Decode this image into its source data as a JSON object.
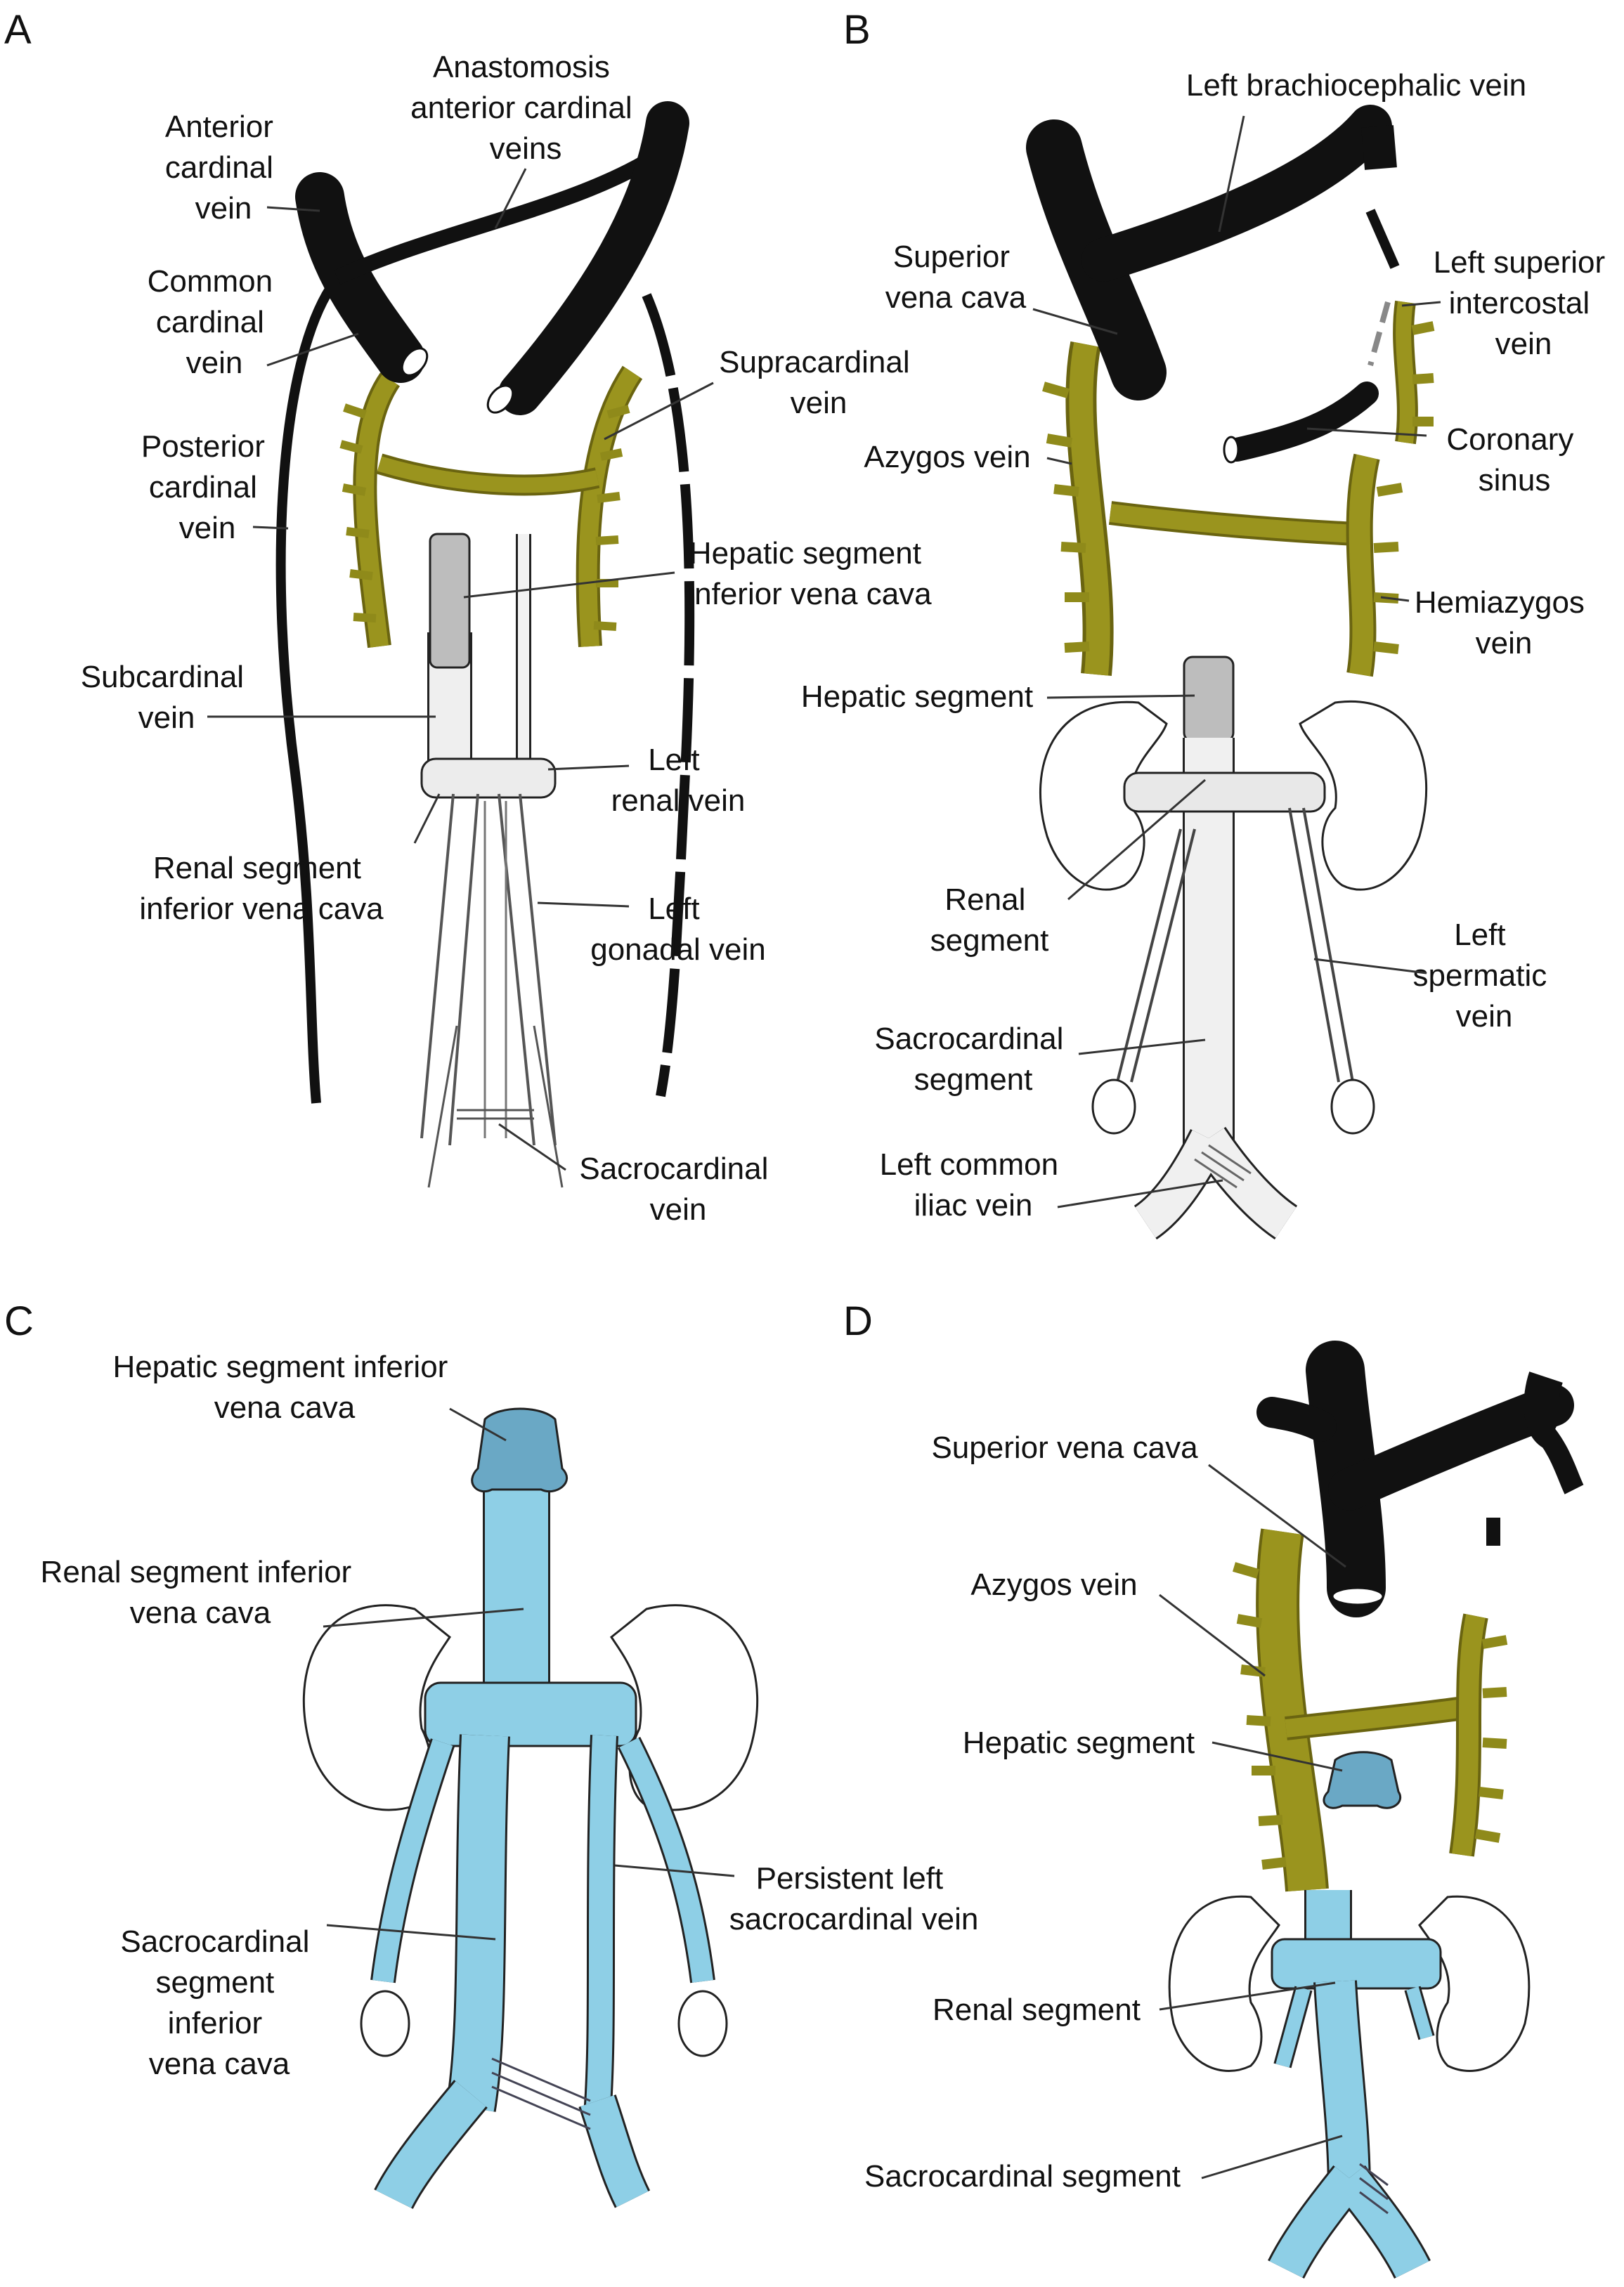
{
  "colors": {
    "anterior_black": "#111111",
    "supracardinal_olive": "#8f8a1a",
    "subcardinal_light": "#e8e8e8",
    "hepatic_gray": "#bdbdbd",
    "blue": "#8ecfe6",
    "outline": "#222222"
  },
  "panels": {
    "A": {
      "letter": "A",
      "labels": {
        "anastomosis": [
          "Anastomosis",
          "anterior cardinal",
          "veins"
        ],
        "anterior_cardinal": [
          "Anterior",
          "cardinal",
          "vein"
        ],
        "common_cardinal": [
          "Common",
          "cardinal",
          "vein"
        ],
        "supracardinal": [
          "Supracardinal",
          "vein"
        ],
        "posterior_cardinal": [
          "Posterior",
          "cardinal",
          "vein"
        ],
        "hepatic_segment": [
          "Hepatic segment",
          "inferior vena cava"
        ],
        "subcardinal": [
          "Subcardinal",
          "vein"
        ],
        "left_renal": [
          "Left",
          "renal vein"
        ],
        "renal_segment": [
          "Renal segment",
          "inferior vena cava"
        ],
        "left_gonadal": [
          "Left",
          "gonadal vein"
        ],
        "sacrocardinal": [
          "Sacrocardinal",
          "vein"
        ]
      }
    },
    "B": {
      "letter": "B",
      "labels": {
        "left_brachiocephalic": [
          "Left brachiocephalic vein"
        ],
        "superior_vena_cava": [
          "Superior",
          "vena cava"
        ],
        "left_superior_intercostal": [
          "Left superior",
          "intercostal",
          "vein"
        ],
        "azygos": [
          "Azygos vein"
        ],
        "coronary_sinus": [
          "Coronary",
          "sinus"
        ],
        "hemiazygos": [
          "Hemiazygos",
          "vein"
        ],
        "hepatic_segment": [
          "Hepatic segment"
        ],
        "renal_segment": [
          "Renal",
          "segment"
        ],
        "left_spermatic": [
          "Left",
          "spermatic",
          "vein"
        ],
        "sacrocardinal_segment": [
          "Sacrocardinal",
          "segment"
        ],
        "left_common_iliac": [
          "Left common",
          "iliac vein"
        ]
      }
    },
    "C": {
      "letter": "C",
      "labels": {
        "hepatic_segment": [
          "Hepatic segment inferior",
          "vena cava"
        ],
        "renal_segment": [
          "Renal segment inferior",
          "vena cava"
        ],
        "persistent_left_sacrocardinal": [
          "Persistent left",
          "sacrocardinal vein"
        ],
        "sacrocardinal_segment": [
          "Sacrocardinal",
          "segment",
          "inferior",
          "vena cava"
        ]
      }
    },
    "D": {
      "letter": "D",
      "labels": {
        "superior_vena_cava": [
          "Superior vena cava"
        ],
        "azygos": [
          "Azygos vein"
        ],
        "hepatic_segment": [
          "Hepatic segment"
        ],
        "renal_segment": [
          "Renal segment"
        ],
        "sacrocardinal_segment": [
          "Sacrocardinal segment"
        ]
      }
    }
  }
}
